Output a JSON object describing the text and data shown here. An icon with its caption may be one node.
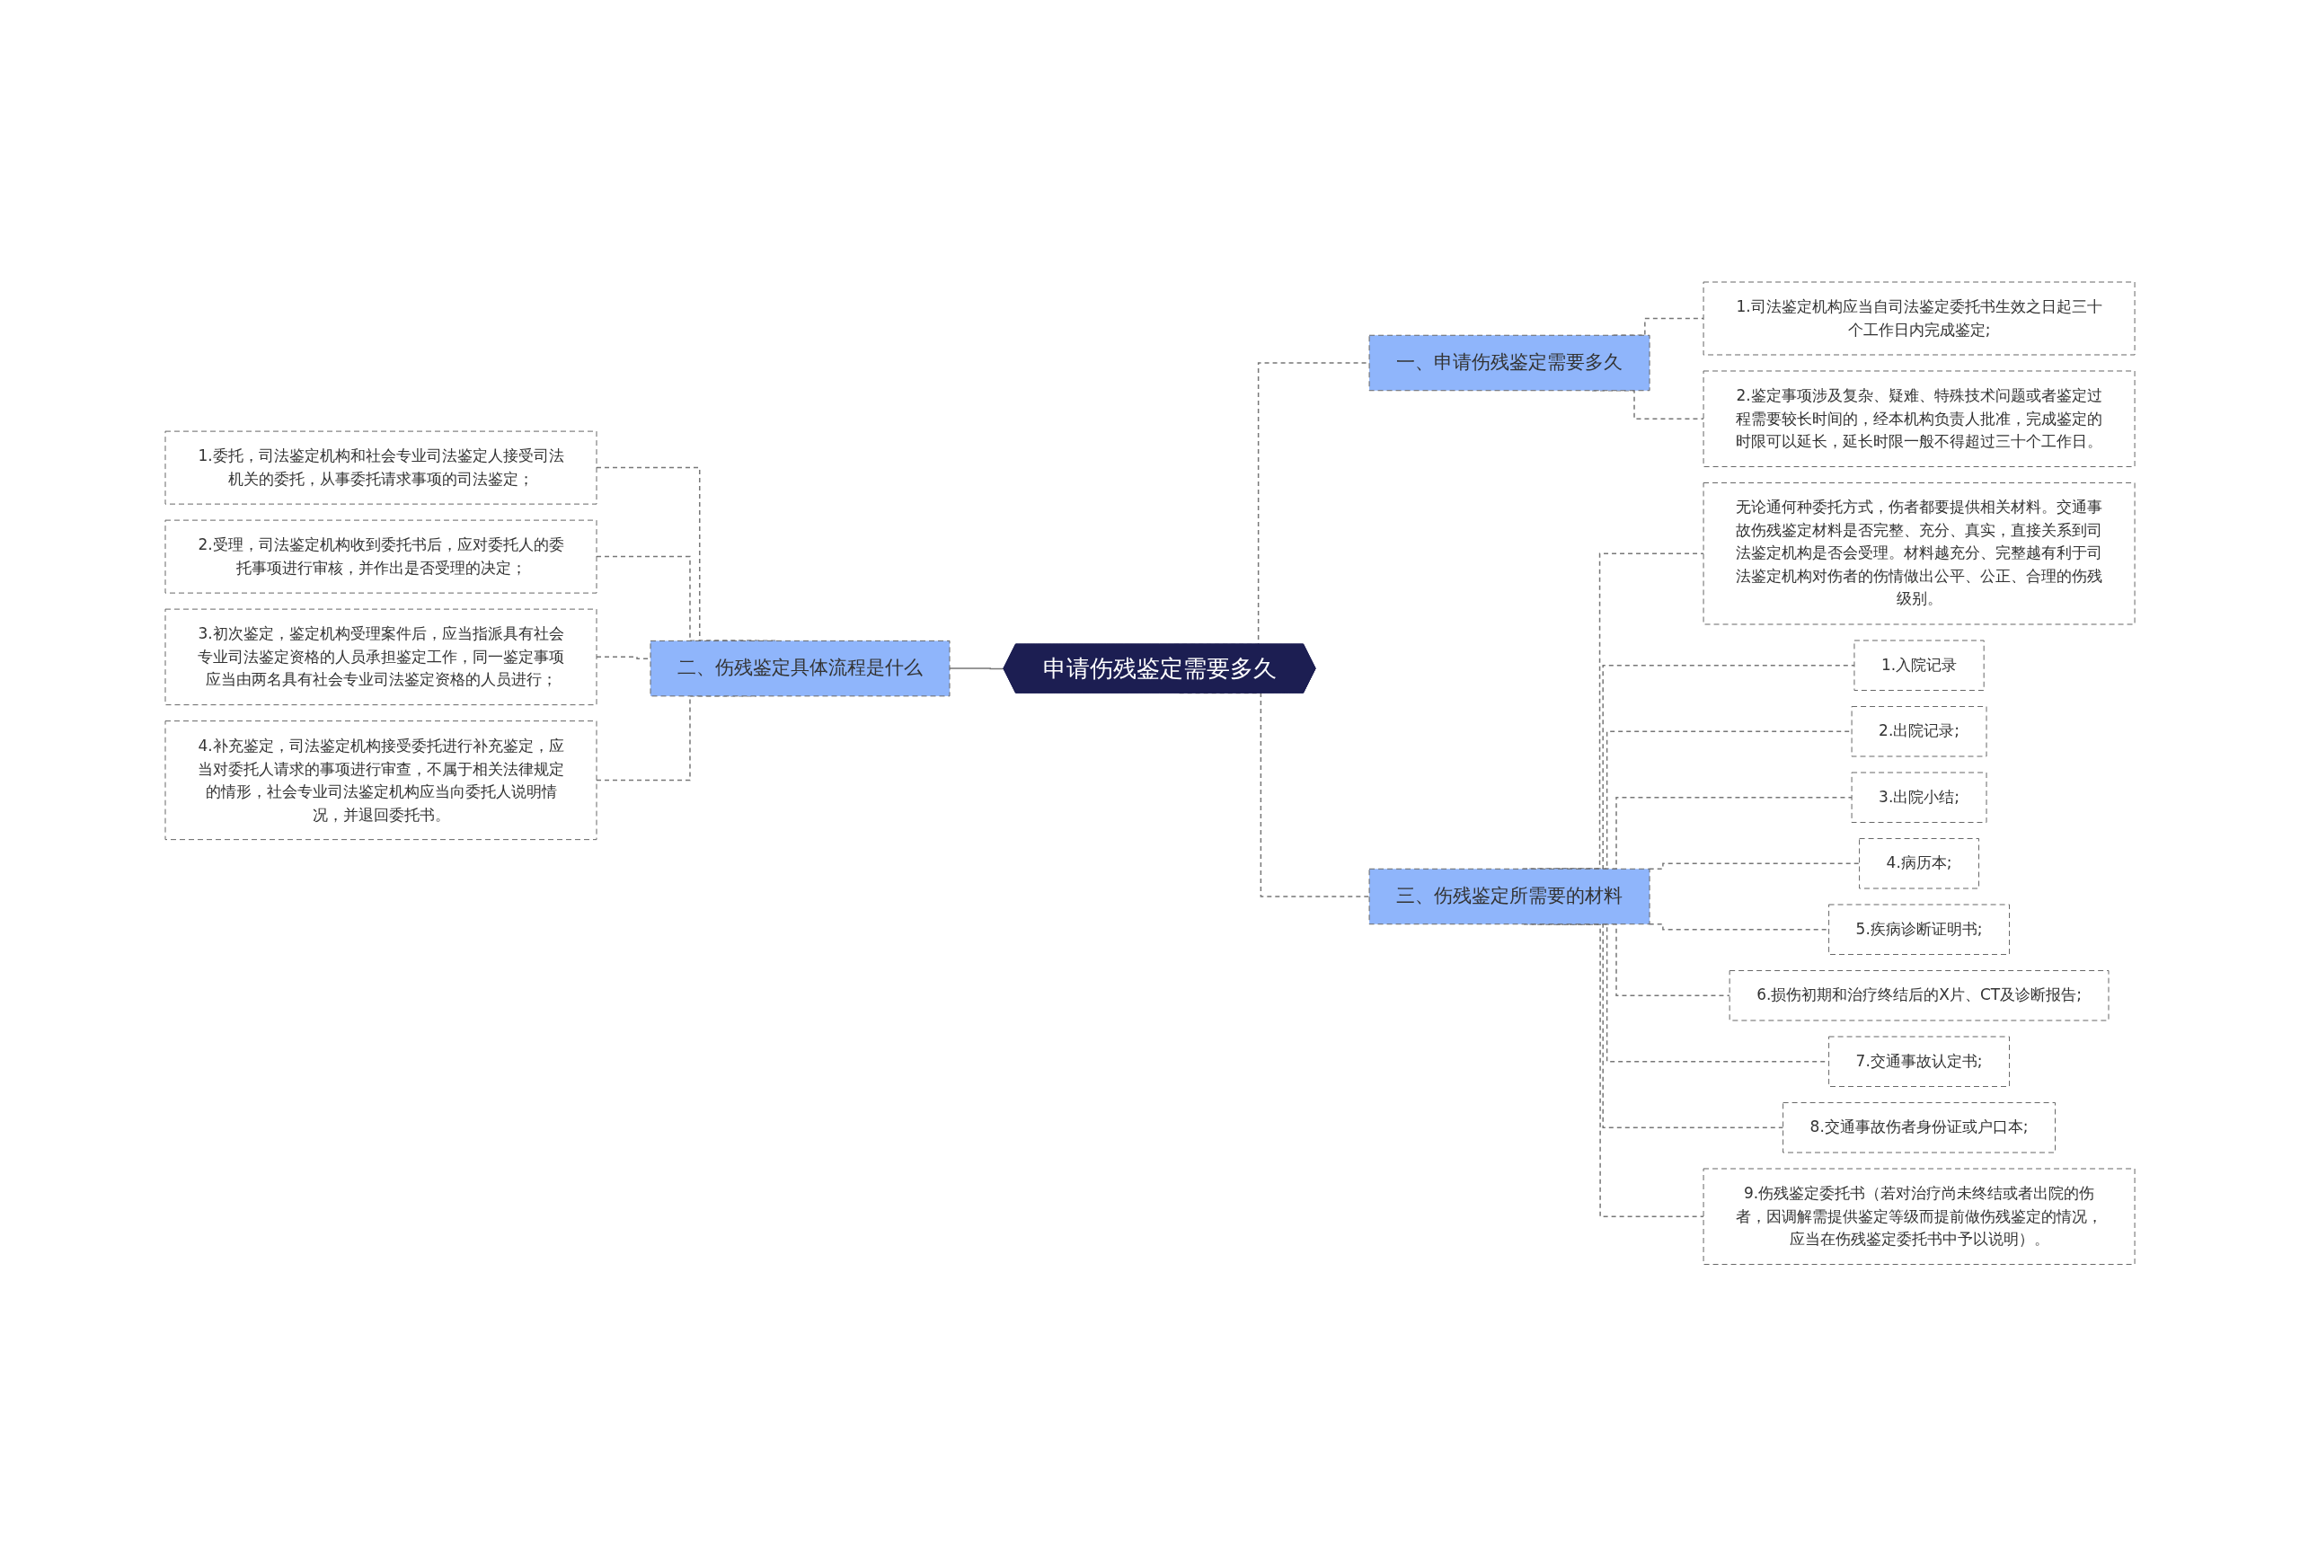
{
  "diagram": {
    "nodes": [
      {
        "text": [
          "申请伤残鉴定需要多久"
        ]
      },
      {
        "text": [
          "一、申请伤残鉴定需要多久"
        ]
      },
      {
        "text": [
          "1.司法鉴定机构应当自司法鉴定委托书生效之日起三十个工作日内完成鉴定;"
        ]
      },
      {
        "text": [
          "2.鉴定事项涉及复杂、疑难、特殊技术问题或者鉴定过程需要较长时间的，经本机构负责人批准，完成鉴定的时限可以延长，延长时限一般不得超过三十个工作日。"
        ]
      },
      {
        "text": [
          "二、伤残鉴定具体流程是什么"
        ]
      },
      {
        "text": [
          "1.委托，司法鉴定机构和社会专业司法鉴定人接受司法机关的委托，从事委托请求事项的司法鉴定；"
        ]
      },
      {
        "text": [
          "2.受理，司法鉴定机构收到委托书后，应对委托人的委托事项进行审核，并作出是否受理的决定；"
        ]
      },
      {
        "text": [
          "3.初次鉴定，鉴定机构受理案件后，应当指派具有社会专业司法鉴定资格的人员承担鉴定工作，同一鉴定事项应当由两名具有社会专业司法鉴定资格的人员进行；"
        ]
      },
      {
        "text": [
          "4.补充鉴定，司法鉴定机构接受委托进行补充鉴定，应当对委托人请求的事项进行审查，不属于相关法律规定的情形，社会专业司法鉴定机构应当向委托人说明情况，并退回委托书。"
        ]
      },
      {
        "text": [
          "三、伤残鉴定所需要的材料"
        ]
      },
      {
        "text": [
          "无论通何种委托方式，伤者都要提供相关材料。交通事故伤残鉴定材料是否完整、充分、真实，直接关系到司法鉴定机构是否会受理。材料越充分、完整越有利于司法鉴定机构对伤者的伤情做出公平、公正、合理的伤残级别。"
        ]
      },
      {
        "text": [
          "1.入院记录"
        ]
      },
      {
        "text": [
          "2.出院记录;"
        ]
      },
      {
        "text": [
          "3.出院小结;"
        ]
      },
      {
        "text": [
          "4.病历本;"
        ]
      },
      {
        "text": [
          "5.疾病诊断证明书;"
        ]
      },
      {
        "text": [
          "6.损伤初期和治疗终结后的X片、CT及诊断报告;"
        ]
      },
      {
        "text": [
          "7.交通事故认定书;"
        ]
      },
      {
        "text": [
          "8.交通事故伤者身份证或户口本;"
        ]
      },
      {
        "text": [
          "9.伤残鉴定委托书（若对治疗尚未终结或者出院的伤者，因调解需提供鉴定等级而提前做伤残鉴定的情况，应当在伤残鉴定委托书中予以说明）。"
        ]
      }
    ],
    "edges": [
      {
        "from": 0,
        "to": 1,
        "arrow": "none",
        "style": "dashed"
      },
      {
        "from": 1,
        "to": 2,
        "arrow": "none",
        "style": "dashed"
      },
      {
        "from": 1,
        "to": 3,
        "arrow": "none",
        "style": "dashed"
      },
      {
        "from": 0,
        "to": 4,
        "arrow": "none"
      },
      {
        "from": 4,
        "to": 5,
        "arrow": "none",
        "style": "dashed"
      },
      {
        "from": 4,
        "to": 6,
        "arrow": "none",
        "style": "dashed"
      },
      {
        "from": 4,
        "to": 7,
        "arrow": "none",
        "style": "dashed"
      },
      {
        "from": 4,
        "to": 8,
        "arrow": "none",
        "style": "dashed"
      },
      {
        "from": 0,
        "to": 9,
        "arrow": "none",
        "style": "dashed"
      },
      {
        "from": 9,
        "to": 10,
        "arrow": "none",
        "style": "dashed"
      },
      {
        "from": 9,
        "to": 11,
        "arrow": "none",
        "style": "dashed"
      },
      {
        "from": 9,
        "to": 12,
        "arrow": "none",
        "style": "dashed"
      },
      {
        "from": 9,
        "to": 13,
        "arrow": "none",
        "style": "dashed"
      },
      {
        "from": 9,
        "to": 14,
        "arrow": "none",
        "style": "dashed"
      },
      {
        "from": 9,
        "to": 15,
        "arrow": "none",
        "style": "dashed"
      },
      {
        "from": 9,
        "to": 16,
        "arrow": "none",
        "style": "dashed"
      },
      {
        "from": 9,
        "to": 17,
        "arrow": "none",
        "style": "dashed"
      },
      {
        "from": 9,
        "to": 18,
        "arrow": "none",
        "style": "dashed"
      },
      {
        "from": 9,
        "to": 19,
        "arrow": "none",
        "style": "dashed"
      }
    ]
  }
}
